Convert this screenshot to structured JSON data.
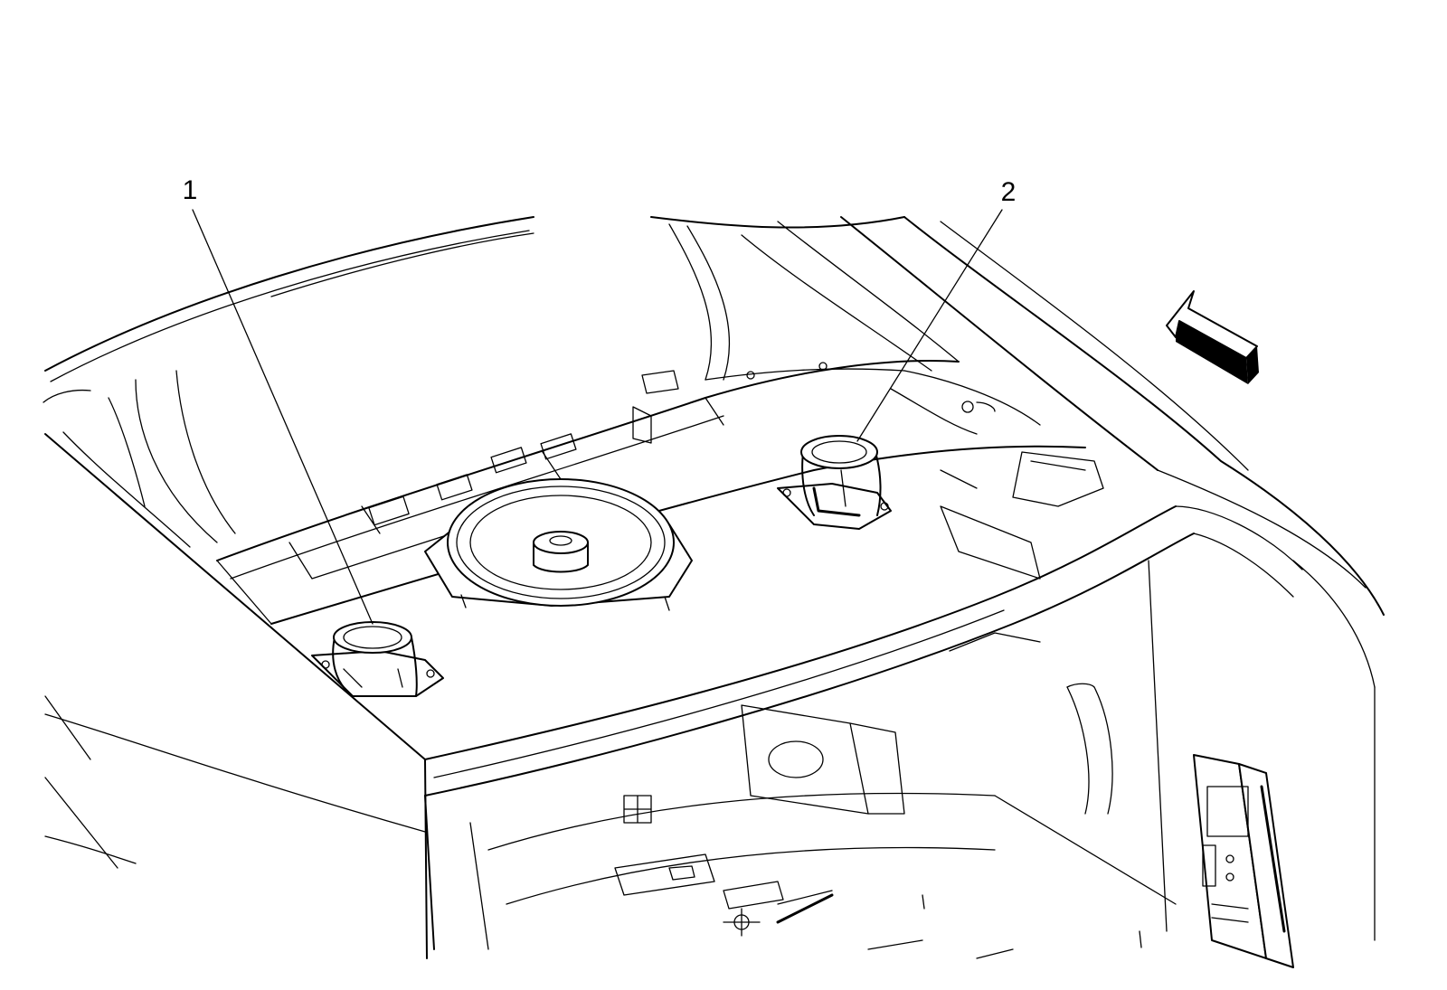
{
  "figure": {
    "callouts": [
      {
        "id": "1",
        "label": "1"
      },
      {
        "id": "2",
        "label": "2"
      }
    ],
    "icons": {
      "front_direction": "front-direction-arrow-icon"
    },
    "colors": {
      "line": "#000000",
      "background": "#ffffff"
    }
  }
}
